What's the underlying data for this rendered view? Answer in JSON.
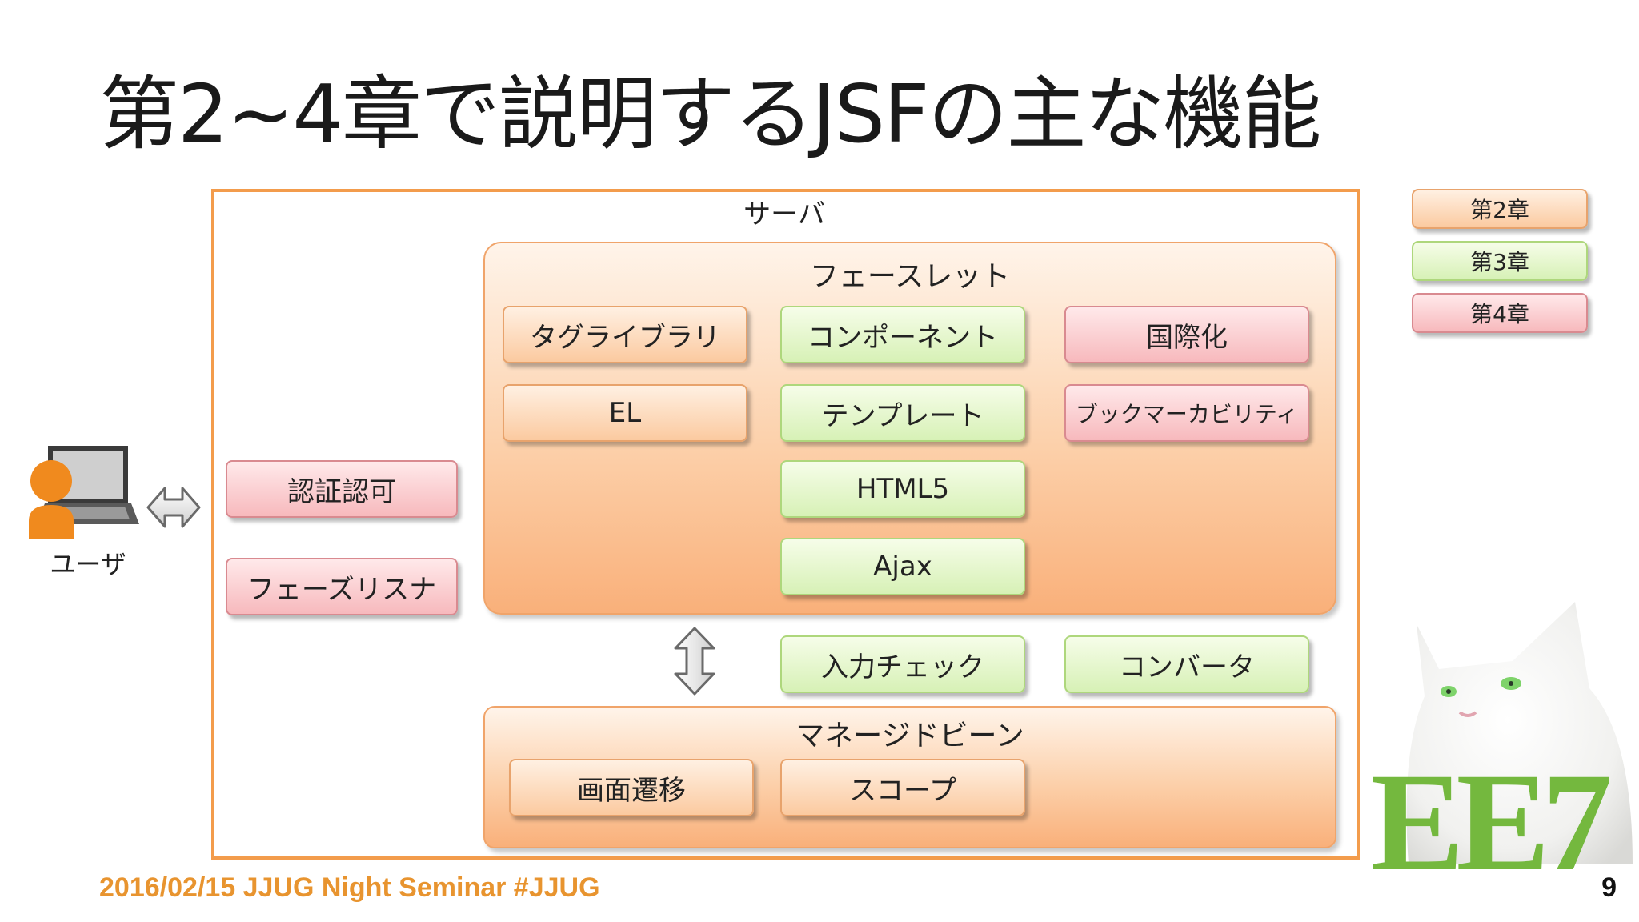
{
  "slide": {
    "title": "第2~4章で説明するJSFの主な機能",
    "footer": "2016/02/15 JJUG Night Seminar  #JJUG",
    "page_number": "9"
  },
  "legend": {
    "chapter2": "第2章",
    "chapter3": "第3章",
    "chapter4": "第4章"
  },
  "user": {
    "label": "ユーザ"
  },
  "server": {
    "label": "サーバ",
    "auth": "認証認可",
    "phase_listener": "フェーズリスナ",
    "facelets": {
      "label": "フェースレット",
      "tag_library": "タグライブラリ",
      "el": "EL",
      "component": "コンポーネント",
      "template": "テンプレート",
      "html5": "HTML5",
      "ajax": "Ajax",
      "i18n": "国際化",
      "bookmarkability": "ブックマーカビリティ"
    },
    "validation": "入力チェック",
    "converter": "コンバータ",
    "managed_bean": {
      "label": "マネージドビーン",
      "navigation": "画面遷移",
      "scope": "スコープ"
    }
  },
  "logo": {
    "text": "EE7"
  },
  "colors": {
    "chapter2": "#fbcaa0",
    "chapter3": "#d7f1b6",
    "chapter4": "#f7b9bd",
    "frame": "#f39c4c",
    "footer": "#e8942f",
    "logo": "#74b83e"
  }
}
